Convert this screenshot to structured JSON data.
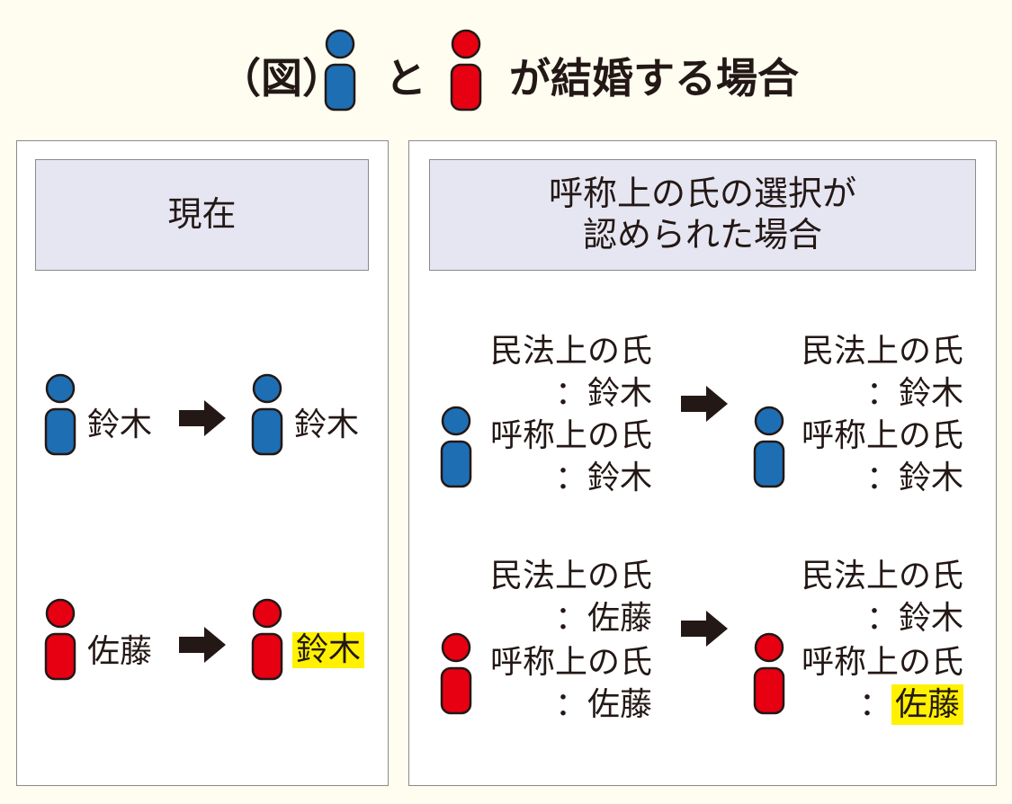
{
  "title": {
    "prefix": "（図）",
    "connector": "と",
    "suffix": "が結婚する場合"
  },
  "colors": {
    "blue": "#1e6eb4",
    "red": "#e60012",
    "highlight": "#fff100",
    "arrow": "#231815"
  },
  "left_panel": {
    "header": "現在",
    "rows": [
      {
        "person": "blue",
        "before": "鈴木",
        "after": "鈴木",
        "after_highlighted": false
      },
      {
        "person": "red",
        "before": "佐藤",
        "after": "鈴木",
        "after_highlighted": true
      }
    ]
  },
  "right_panel": {
    "header_line1": "呼称上の氏の選択が",
    "header_line2": "認められた場合",
    "legal_label": "民法上の氏",
    "called_label": "呼称上の氏",
    "rows": [
      {
        "person": "blue",
        "before_legal": "：鈴木",
        "before_called": "：鈴木",
        "after_legal": "：鈴木",
        "after_called_prefix": "：",
        "after_called_value": "鈴木",
        "after_called_highlighted": false
      },
      {
        "person": "red",
        "before_legal": "：佐藤",
        "before_called": "：佐藤",
        "after_legal": "：鈴木",
        "after_called_prefix": "：",
        "after_called_value": "佐藤",
        "after_called_highlighted": true
      }
    ]
  }
}
